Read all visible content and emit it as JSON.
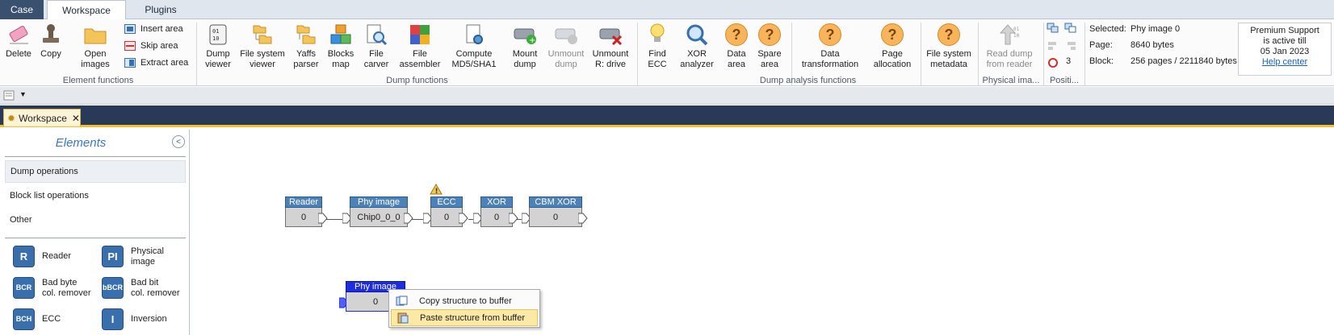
{
  "tabs": {
    "case": "Case",
    "workspace": "Workspace",
    "plugins": "Plugins"
  },
  "ribbon": {
    "delete": "Delete",
    "copy": "Copy",
    "open_images": [
      "Open",
      "images"
    ],
    "insert_area": "Insert area",
    "skip_area": "Skip area",
    "extract_area": "Extract area",
    "group_element": "Element functions",
    "dump_viewer": [
      "Dump",
      "viewer"
    ],
    "fs_viewer": [
      "File system",
      "viewer"
    ],
    "yaffs_parser": [
      "Yaffs",
      "parser"
    ],
    "blocks_map": [
      "Blocks",
      "map"
    ],
    "file_carver": [
      "File",
      "carver"
    ],
    "file_assembler": [
      "File",
      "assembler"
    ],
    "compute_md5": [
      "Compute",
      "MD5/SHA1"
    ],
    "mount_dump": [
      "Mount",
      "dump"
    ],
    "unmount_dump": [
      "Unmount",
      "dump"
    ],
    "unmount_r": [
      "Unmount",
      "R: drive"
    ],
    "group_dump": "Dump functions",
    "find_ecc": [
      "Find",
      "ECC"
    ],
    "xor_analyzer": [
      "XOR",
      "analyzer"
    ],
    "data_area": [
      "Data",
      "area"
    ],
    "spare_area": [
      "Spare",
      "area"
    ],
    "data_transformation": [
      "Data",
      "transformation"
    ],
    "page_allocation": [
      "Page",
      "allocation"
    ],
    "fs_metadata": [
      "File system",
      "metadata"
    ],
    "group_analysis": "Dump analysis functions",
    "read_dump": [
      "Read dump",
      "from reader"
    ],
    "group_physical": "Physical ima...",
    "position_value": "3",
    "group_position": "Positi..."
  },
  "info": {
    "selected_label": "Selected:",
    "selected_value": "Phy image 0",
    "page_label": "Page:",
    "page_value": "8640 bytes",
    "block_label": "Block:",
    "block_value": "256 pages / 2211840 bytes"
  },
  "support": {
    "line1": "Premium Support",
    "line2": "is active till",
    "line3": "05 Jan 2023",
    "link": "Help center"
  },
  "doc_tab": "Workspace",
  "panel": {
    "title": "Elements",
    "categories": [
      "Dump operations",
      "Block list operations",
      "Other"
    ],
    "elements": [
      {
        "badge": "R",
        "label": [
          "Reader",
          ""
        ]
      },
      {
        "badge": "PI",
        "label": [
          "Physical",
          "image"
        ]
      },
      {
        "badge": "BCR",
        "label": [
          "Bad byte",
          "col. remover"
        ]
      },
      {
        "badge": "bBCR",
        "label": [
          "Bad bit",
          "col. remover"
        ]
      },
      {
        "badge": "BCH",
        "label": [
          "ECC",
          ""
        ]
      },
      {
        "badge": "I",
        "label": [
          "Inversion",
          ""
        ]
      }
    ]
  },
  "nodes": [
    {
      "title": "Reader",
      "value": "0"
    },
    {
      "title": "Phy image",
      "value": "Chip0_0_0"
    },
    {
      "title": "ECC",
      "value": "0"
    },
    {
      "title": "XOR",
      "value": "0"
    },
    {
      "title": "CBM XOR",
      "value": "0"
    },
    {
      "title": "Phy image",
      "value": "0"
    }
  ],
  "context_menu": {
    "copy": "Copy structure to buffer",
    "paste": "Paste structure from buffer"
  },
  "colors": {
    "accent": "#3b78c4",
    "node_header": "#4d82b8",
    "node_selected": "#1f2de0",
    "menu_highlight": "#fce9a6"
  }
}
